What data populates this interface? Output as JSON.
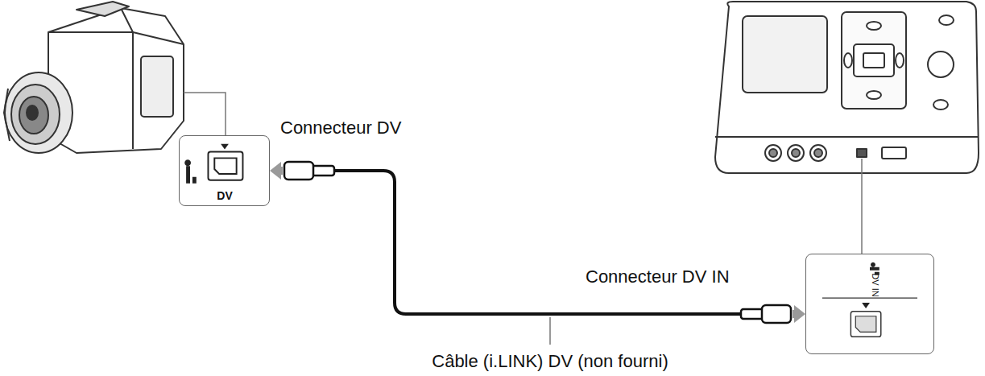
{
  "diagram": {
    "nodes": [
      {
        "text": [
          "DV"
        ]
      },
      {
        "text": [
          "DV IN"
        ]
      }
    ],
    "edges": [
      {
        "from": 0,
        "to": 1,
        "arrow": "both"
      }
    ],
    "labels": [
      "Connecteur DV",
      "Connecteur DV IN",
      "Câble (i.LINK) DV (non fourni)"
    ]
  }
}
